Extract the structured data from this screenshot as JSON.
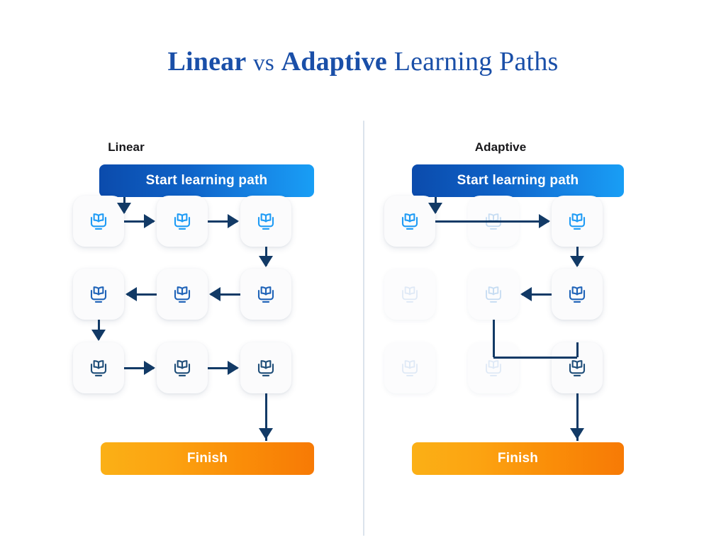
{
  "title": {
    "part1": "Linear",
    "part2": "vs",
    "part3": "Adaptive",
    "part4": "Learning Paths"
  },
  "colors": {
    "title": "#1a4fa8",
    "connector": "#123a66",
    "start_gradient_from": "#0b4bac",
    "start_gradient_to": "#189ef5",
    "finish_gradient_from": "#fbb016",
    "finish_gradient_to": "#f77a05",
    "icon_bright": "#1e9bf5",
    "icon_mid": "#1f63b8",
    "icon_dark": "#1f4e79",
    "icon_faded": "#c6dcf2",
    "icon_ghost": "#dfe9f6",
    "divider": "#dbe3ec",
    "card_bg": "#fbfbfc"
  },
  "panels": [
    {
      "id": "linear",
      "label": "Linear",
      "start_label": "Start learning path",
      "finish_label": "Finish",
      "nodes": [
        {
          "row": 0,
          "col": 0,
          "state": "active",
          "tone": "bright"
        },
        {
          "row": 0,
          "col": 1,
          "state": "active",
          "tone": "bright"
        },
        {
          "row": 0,
          "col": 2,
          "state": "active",
          "tone": "bright"
        },
        {
          "row": 1,
          "col": 0,
          "state": "active",
          "tone": "mid"
        },
        {
          "row": 1,
          "col": 1,
          "state": "active",
          "tone": "mid"
        },
        {
          "row": 1,
          "col": 2,
          "state": "active",
          "tone": "mid"
        },
        {
          "row": 2,
          "col": 0,
          "state": "active",
          "tone": "dark"
        },
        {
          "row": 2,
          "col": 1,
          "state": "active",
          "tone": "dark"
        },
        {
          "row": 2,
          "col": 2,
          "state": "active",
          "tone": "dark"
        }
      ],
      "path_description": "serpentine: all nine lessons visited in order"
    },
    {
      "id": "adaptive",
      "label": "Adaptive",
      "start_label": "Start learning path",
      "finish_label": "Finish",
      "nodes": [
        {
          "row": 0,
          "col": 0,
          "state": "active",
          "tone": "bright"
        },
        {
          "row": 0,
          "col": 1,
          "state": "skipped",
          "tone": "faded"
        },
        {
          "row": 0,
          "col": 2,
          "state": "active",
          "tone": "bright"
        },
        {
          "row": 1,
          "col": 0,
          "state": "skipped",
          "tone": "ghost"
        },
        {
          "row": 1,
          "col": 1,
          "state": "skipped",
          "tone": "faded"
        },
        {
          "row": 1,
          "col": 2,
          "state": "active",
          "tone": "mid"
        },
        {
          "row": 2,
          "col": 0,
          "state": "skipped",
          "tone": "ghost"
        },
        {
          "row": 2,
          "col": 1,
          "state": "skipped",
          "tone": "ghost"
        },
        {
          "row": 2,
          "col": 2,
          "state": "active",
          "tone": "dark"
        }
      ],
      "path_description": "adaptive: skips mastered lessons, jumps straight to finish"
    }
  ],
  "icon_name": "book-on-screen-icon"
}
